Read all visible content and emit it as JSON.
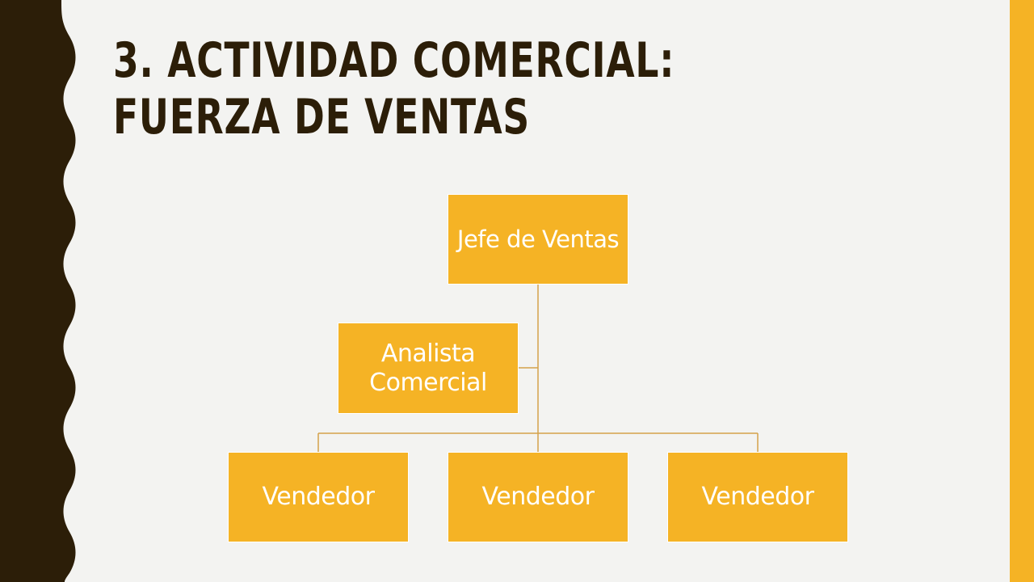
{
  "slide": {
    "title": "3. Actividad Comercial: Fuerza de Ventas"
  },
  "org_chart": {
    "head": "Jefe de Ventas",
    "assistant": "Analista Comercial",
    "subordinates": [
      "Vendedor",
      "Vendedor",
      "Vendedor"
    ]
  },
  "colors": {
    "background": "#f3f3f1",
    "accent": "#f5b325",
    "dark": "#2c1e08",
    "node_text": "#ffffff",
    "connector": "#d4a24a"
  }
}
